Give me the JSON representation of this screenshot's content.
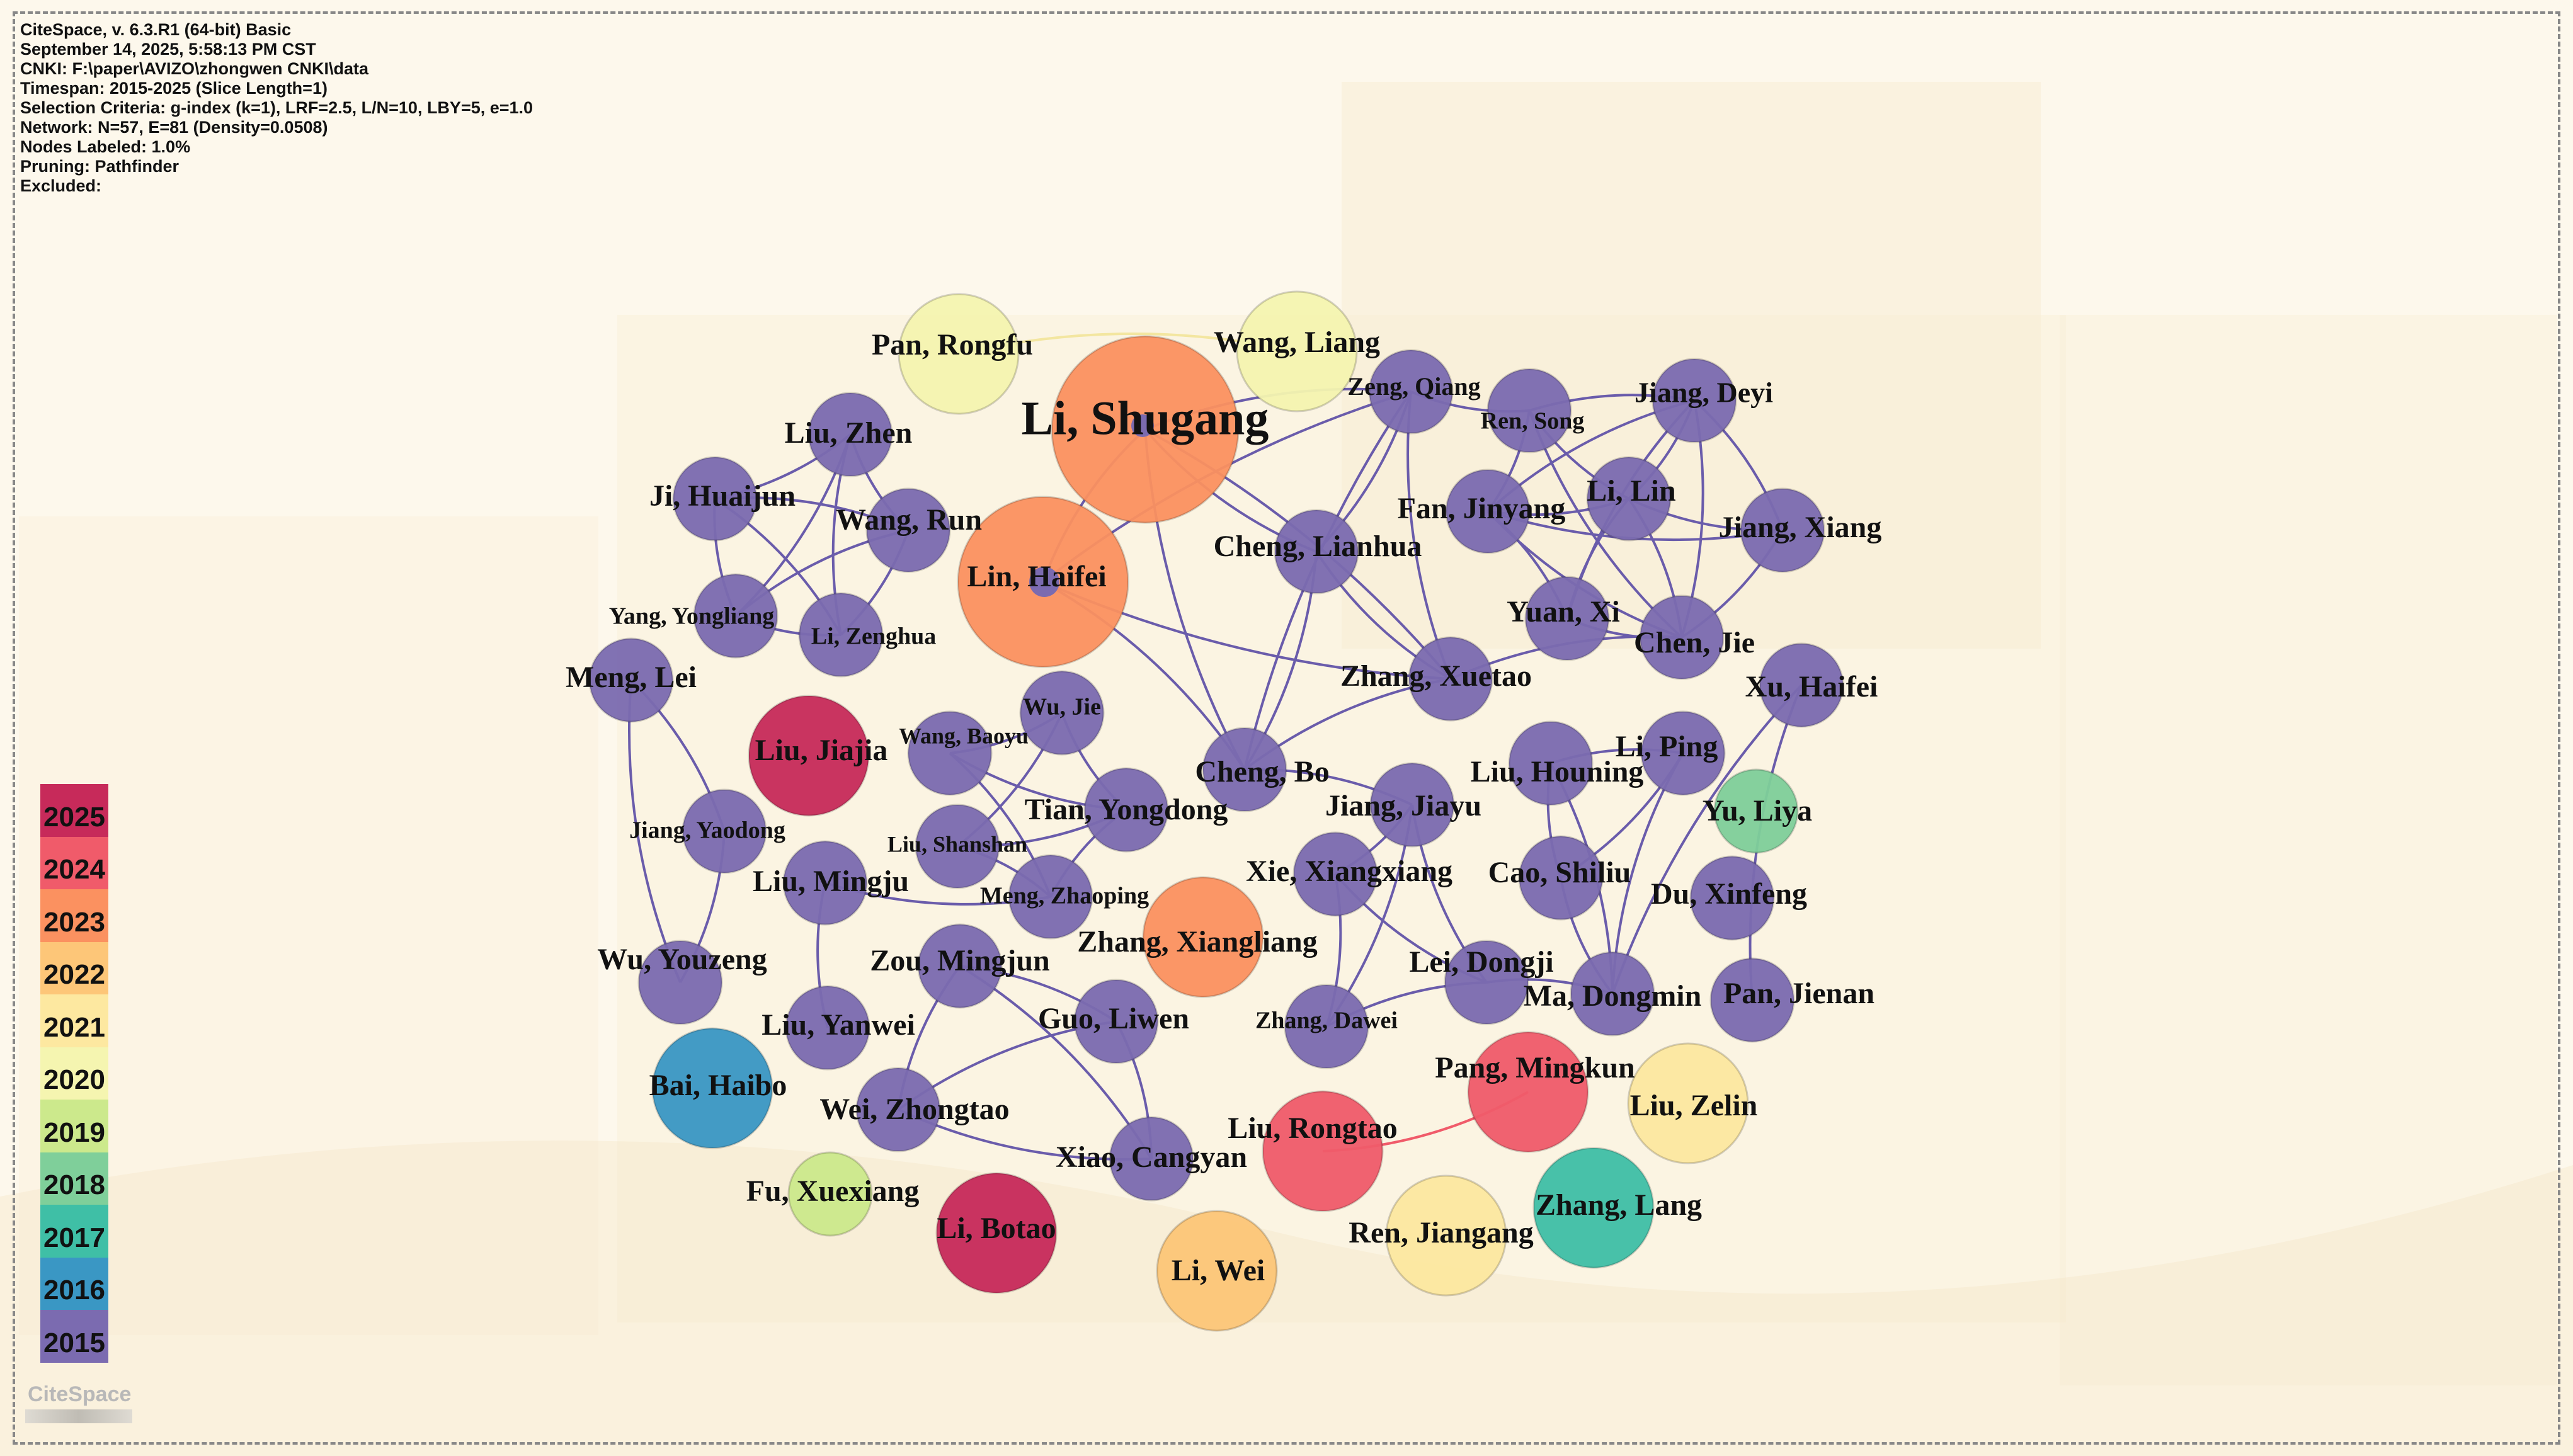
{
  "meta": {
    "lines": [
      "CiteSpace, v. 6.3.R1 (64-bit) Basic",
      "September 14, 2025, 5:58:13 PM CST",
      "CNKI: F:\\paper\\AVIZO\\zhongwen CNKI\\data",
      "Timespan: 2015-2025 (Slice Length=1)",
      "Selection Criteria: g-index (k=1), LRF=2.5, L/N=10, LBY=5, e=1.0",
      "Network: N=57, E=81 (Density=0.0508)",
      "Nodes Labeled: 1.0%",
      "Pruning: Pathfinder",
      "Excluded:"
    ]
  },
  "colors": {
    "2015": "#7b6bb0",
    "2016": "#3a97c4",
    "2017": "#3fbfa6",
    "2018": "#7fcf9a",
    "2019": "#cce98c",
    "2020": "#f5f5b0",
    "2021": "#fde8a0",
    "2022": "#fdc678",
    "2023": "#fb9160",
    "2024": "#f05b6a",
    "2025": "#c72a5a",
    "edge": "#6a5cab"
  },
  "legend": [
    "2025",
    "2024",
    "2023",
    "2022",
    "2021",
    "2020",
    "2019",
    "2018",
    "2017",
    "2016",
    "2015"
  ],
  "logo": "CiteSpace",
  "nodes": [
    {
      "id": "Li, Shugang",
      "year": "2023",
      "big": true
    },
    {
      "id": "Pan, Rongfu",
      "year": "2020"
    },
    {
      "id": "Wang, Liang",
      "year": "2020"
    },
    {
      "id": "Lin, Haifei",
      "year": "2023"
    },
    {
      "id": "Zeng, Qiang",
      "year": "2015"
    },
    {
      "id": "Jiang, Deyi",
      "year": "2015"
    },
    {
      "id": "Ren, Song",
      "year": "2015"
    },
    {
      "id": "Liu, Zhen",
      "year": "2015"
    },
    {
      "id": "Ji, Huaijun",
      "year": "2015"
    },
    {
      "id": "Wang, Run",
      "year": "2015"
    },
    {
      "id": "Fan, Jinyang",
      "year": "2015"
    },
    {
      "id": "Li, Lin",
      "year": "2015"
    },
    {
      "id": "Jiang, Xiang",
      "year": "2015"
    },
    {
      "id": "Cheng, Lianhua",
      "year": "2015"
    },
    {
      "id": "Yang, Yongliang",
      "year": "2015"
    },
    {
      "id": "Li, Zenghua",
      "year": "2015"
    },
    {
      "id": "Yuan, Xi",
      "year": "2015"
    },
    {
      "id": "Chen, Jie",
      "year": "2015"
    },
    {
      "id": "Meng, Lei",
      "year": "2015"
    },
    {
      "id": "Zhang, Xuetao",
      "year": "2015"
    },
    {
      "id": "Xu, Haifei",
      "year": "2015"
    },
    {
      "id": "Wu, Jie",
      "year": "2015"
    },
    {
      "id": "Liu, Jiajia",
      "year": "2025"
    },
    {
      "id": "Wang, Baoyu",
      "year": "2015"
    },
    {
      "id": "Li, Ping",
      "year": "2015"
    },
    {
      "id": "Cheng, Bo",
      "year": "2015"
    },
    {
      "id": "Liu, Houning",
      "year": "2015"
    },
    {
      "id": "Tian, Yongdong",
      "year": "2015"
    },
    {
      "id": "Jiang, Jiayu",
      "year": "2015"
    },
    {
      "id": "Yu, Liya",
      "year": "2018"
    },
    {
      "id": "Jiang, Yaodong",
      "year": "2015"
    },
    {
      "id": "Liu, Shanshan",
      "year": "2015"
    },
    {
      "id": "Liu, Mingju",
      "year": "2015"
    },
    {
      "id": "Xie, Xiangxiang",
      "year": "2015"
    },
    {
      "id": "Cao, Shiliu",
      "year": "2015"
    },
    {
      "id": "Du, Xinfeng",
      "year": "2015"
    },
    {
      "id": "Meng, Zhaoping",
      "year": "2015"
    },
    {
      "id": "Zhang, Xiangliang",
      "year": "2023"
    },
    {
      "id": "Wu, Youzeng",
      "year": "2015"
    },
    {
      "id": "Zou, Mingjun",
      "year": "2015"
    },
    {
      "id": "Lei, Dongji",
      "year": "2015"
    },
    {
      "id": "Ma, Dongmin",
      "year": "2015"
    },
    {
      "id": "Pan, Jienan",
      "year": "2015"
    },
    {
      "id": "Liu, Yanwei",
      "year": "2015"
    },
    {
      "id": "Guo, Liwen",
      "year": "2015"
    },
    {
      "id": "Zhang, Dawei",
      "year": "2015"
    },
    {
      "id": "Pang, Mingkun",
      "year": "2024"
    },
    {
      "id": "Bai, Haibo",
      "year": "2016"
    },
    {
      "id": "Liu, Zelin",
      "year": "2021"
    },
    {
      "id": "Wei, Zhongtao",
      "year": "2015"
    },
    {
      "id": "Liu, Rongtao",
      "year": "2024"
    },
    {
      "id": "Xiao, Cangyan",
      "year": "2015"
    },
    {
      "id": "Fu, Xuexiang",
      "year": "2019"
    },
    {
      "id": "Zhang, Lang",
      "year": "2017"
    },
    {
      "id": "Li, Botao",
      "year": "2025"
    },
    {
      "id": "Ren, Jiangang",
      "year": "2021"
    },
    {
      "id": "Li, Wei",
      "year": "2022"
    }
  ],
  "edges": [
    [
      "Pan, Rongfu",
      "Wang, Liang"
    ],
    [
      "Li, Shugang",
      "Lin, Haifei"
    ],
    [
      "Li, Shugang",
      "Zeng, Qiang"
    ],
    [
      "Li, Shugang",
      "Cheng, Lianhua"
    ],
    [
      "Li, Shugang",
      "Zhang, Xuetao"
    ],
    [
      "Li, Shugang",
      "Cheng, Bo"
    ],
    [
      "Lin, Haifei",
      "Zeng, Qiang"
    ],
    [
      "Lin, Haifei",
      "Zhang, Xuetao"
    ],
    [
      "Lin, Haifei",
      "Cheng, Bo"
    ],
    [
      "Zeng, Qiang",
      "Cheng, Bo"
    ],
    [
      "Zeng, Qiang",
      "Cheng, Lianhua"
    ],
    [
      "Zeng, Qiang",
      "Zhang, Xuetao"
    ],
    [
      "Ren, Song",
      "Jiang, Deyi"
    ],
    [
      "Ren, Song",
      "Li, Lin"
    ],
    [
      "Ren, Song",
      "Fan, Jinyang"
    ],
    [
      "Ren, Song",
      "Chen, Jie"
    ],
    [
      "Jiang, Deyi",
      "Li, Lin"
    ],
    [
      "Jiang, Deyi",
      "Fan, Jinyang"
    ],
    [
      "Jiang, Deyi",
      "Jiang, Xiang"
    ],
    [
      "Jiang, Deyi",
      "Yuan, Xi"
    ],
    [
      "Jiang, Deyi",
      "Chen, Jie"
    ],
    [
      "Li, Lin",
      "Jiang, Xiang"
    ],
    [
      "Li, Lin",
      "Fan, Jinyang"
    ],
    [
      "Li, Lin",
      "Yuan, Xi"
    ],
    [
      "Li, Lin",
      "Chen, Jie"
    ],
    [
      "Fan, Jinyang",
      "Jiang, Xiang"
    ],
    [
      "Fan, Jinyang",
      "Yuan, Xi"
    ],
    [
      "Fan, Jinyang",
      "Chen, Jie"
    ],
    [
      "Jiang, Xiang",
      "Chen, Jie"
    ],
    [
      "Yuan, Xi",
      "Chen, Jie"
    ],
    [
      "Liu, Zhen",
      "Ji, Huaijun"
    ],
    [
      "Liu, Zhen",
      "Wang, Run"
    ],
    [
      "Liu, Zhen",
      "Yang, Yongliang"
    ],
    [
      "Liu, Zhen",
      "Li, Zenghua"
    ],
    [
      "Ji, Huaijun",
      "Wang, Run"
    ],
    [
      "Ji, Huaijun",
      "Yang, Yongliang"
    ],
    [
      "Ji, Huaijun",
      "Li, Zenghua"
    ],
    [
      "Wang, Run",
      "Yang, Yongliang"
    ],
    [
      "Wang, Run",
      "Li, Zenghua"
    ],
    [
      "Yang, Yongliang",
      "Li, Zenghua"
    ],
    [
      "Cheng, Lianhua",
      "Cheng, Bo"
    ],
    [
      "Cheng, Lianhua",
      "Zhang, Xuetao"
    ],
    [
      "Wu, Jie",
      "Wang, Baoyu"
    ],
    [
      "Wu, Jie",
      "Tian, Yongdong"
    ],
    [
      "Wu, Jie",
      "Liu, Shanshan"
    ],
    [
      "Wang, Baoyu",
      "Tian, Yongdong"
    ],
    [
      "Wang, Baoyu",
      "Meng, Zhaoping"
    ],
    [
      "Liu, Shanshan",
      "Tian, Yongdong"
    ],
    [
      "Liu, Shanshan",
      "Meng, Zhaoping"
    ],
    [
      "Tian, Yongdong",
      "Meng, Zhaoping"
    ],
    [
      "Meng, Lei",
      "Jiang, Yaodong"
    ],
    [
      "Meng, Lei",
      "Wu, Youzeng"
    ],
    [
      "Jiang, Yaodong",
      "Wu, Youzeng"
    ],
    [
      "Liu, Mingju",
      "Liu, Yanwei"
    ],
    [
      "Liu, Houning",
      "Li, Ping"
    ],
    [
      "Liu, Houning",
      "Cao, Shiliu"
    ],
    [
      "Liu, Houning",
      "Ma, Dongmin"
    ],
    [
      "Li, Ping",
      "Ma, Dongmin"
    ],
    [
      "Li, Ping",
      "Cao, Shiliu"
    ],
    [
      "Cao, Shiliu",
      "Ma, Dongmin"
    ],
    [
      "Jiang, Jiayu",
      "Xie, Xiangxiang"
    ],
    [
      "Jiang, Jiayu",
      "Lei, Dongji"
    ],
    [
      "Jiang, Jiayu",
      "Zhang, Dawei"
    ],
    [
      "Xie, Xiangxiang",
      "Lei, Dongji"
    ],
    [
      "Xie, Xiangxiang",
      "Zhang, Dawei"
    ],
    [
      "Lei, Dongji",
      "Zhang, Dawei"
    ],
    [
      "Lei, Dongji",
      "Ma, Dongmin"
    ],
    [
      "Xu, Haifei",
      "Pan, Jienan"
    ],
    [
      "Zou, Mingjun",
      "Guo, Liwen"
    ],
    [
      "Zou, Mingjun",
      "Wei, Zhongtao"
    ],
    [
      "Zou, Mingjun",
      "Xiao, Cangyan"
    ],
    [
      "Guo, Liwen",
      "Wei, Zhongtao"
    ],
    [
      "Guo, Liwen",
      "Xiao, Cangyan"
    ],
    [
      "Wei, Zhongtao",
      "Xiao, Cangyan"
    ],
    [
      "Pang, Mingkun",
      "Liu, Rongtao"
    ],
    [
      "Zhang, Xuetao",
      "Cheng, Bo"
    ],
    [
      "Cheng, Bo",
      "Jiang, Jiayu"
    ],
    [
      "Liu, Mingju",
      "Meng, Zhaoping"
    ],
    [
      "Ma, Dongmin",
      "Xu, Haifei"
    ],
    [
      "Zeng, Qiang",
      "Ren, Song"
    ],
    [
      "Zhang, Xuetao",
      "Chen, Jie"
    ]
  ]
}
